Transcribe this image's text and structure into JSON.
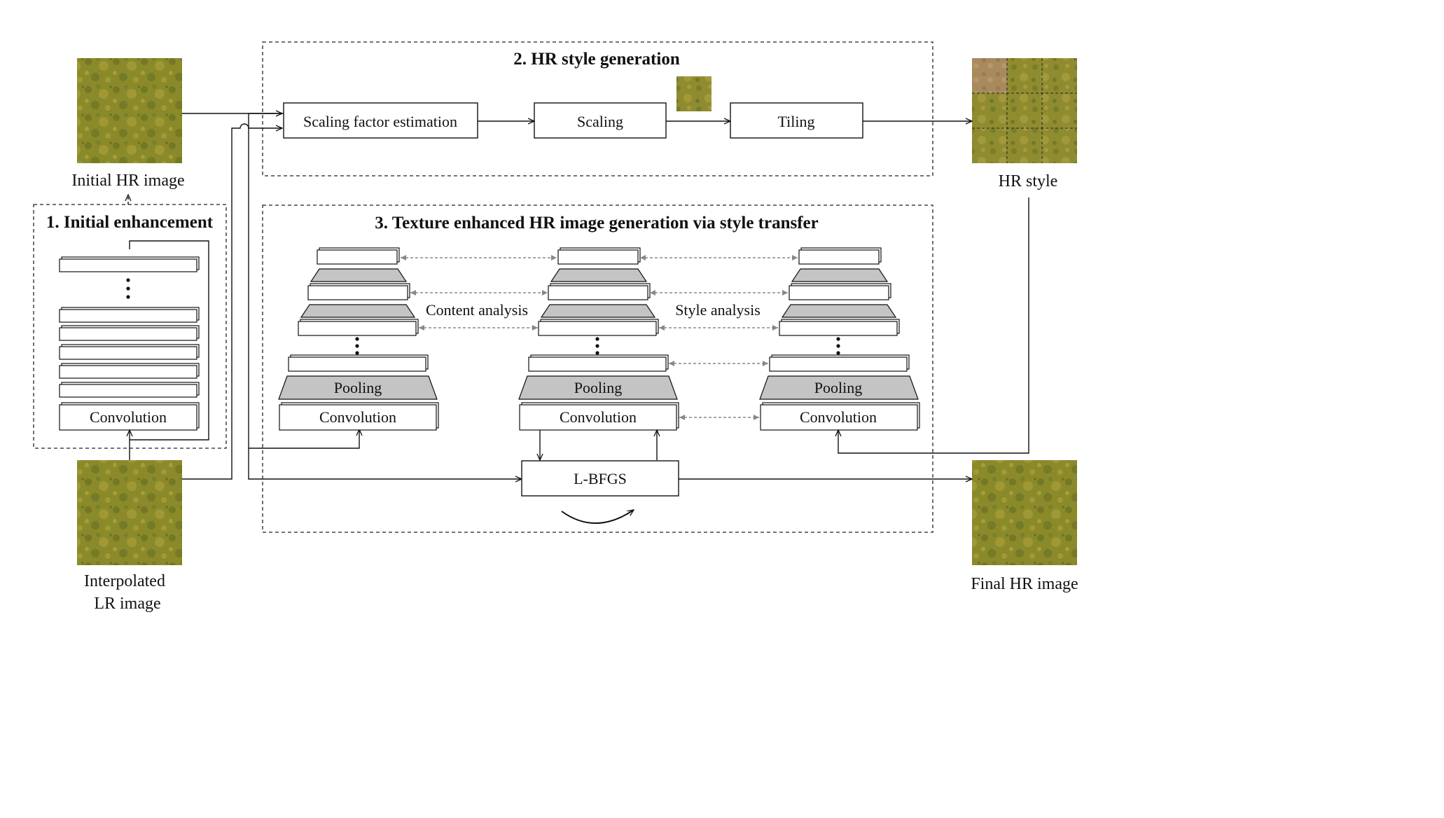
{
  "sections": {
    "initial_enhancement": {
      "title": "1. Initial enhancement",
      "conv_label": "Convolution"
    },
    "hr_style_generation": {
      "title": "2. HR style generation",
      "steps": [
        "Scaling factor estimation",
        "Scaling",
        "Tiling"
      ]
    },
    "texture_generation": {
      "title": "3. Texture enhanced HR image generation via style transfer",
      "content_analysis": "Content analysis",
      "style_analysis": "Style analysis",
      "pooling_label": "Pooling",
      "conv_label": "Convolution",
      "optimizer": "L-BFGS"
    }
  },
  "images": {
    "initial_hr": "Initial  HR image",
    "interpolated_lr_line1": "Interpolated",
    "interpolated_lr_line2": "LR image",
    "hr_style": "HR style",
    "final_hr": "Final HR image"
  },
  "colors": {
    "texture_base": "#8a8a2a",
    "texture_dark": "#5e6a1f",
    "texture_light": "#b0a43e",
    "bare_patch": "#a88a5c",
    "pool_fill": "#c4c4c4",
    "guide_line": "#888888"
  }
}
